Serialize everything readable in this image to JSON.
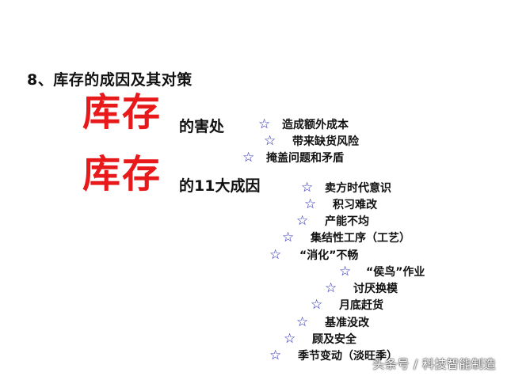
{
  "heading": "8、库存的成因及其对策",
  "big_word_1": "库存",
  "sub_1": "的害处",
  "big_word_2": "库存",
  "sub_2": "的11大成因",
  "star_symbol": "☆",
  "harms": [
    "造成额外成本",
    "带来缺货风险",
    "掩盖问题和矛盾"
  ],
  "causes": [
    "卖方时代意识",
    "积习难改",
    "产能不均",
    "集结性工序（工艺）",
    "“消化”不畅",
    "“侯鸟”作业",
    "讨厌换模",
    "月底赶货",
    "基准没改",
    "顾及安全",
    "季节变动（淡旺季）"
  ],
  "watermark": "头条号 / 科技智能制造",
  "colors": {
    "accent_red": "#e8191b",
    "star_blue": "#1a1aa8"
  }
}
